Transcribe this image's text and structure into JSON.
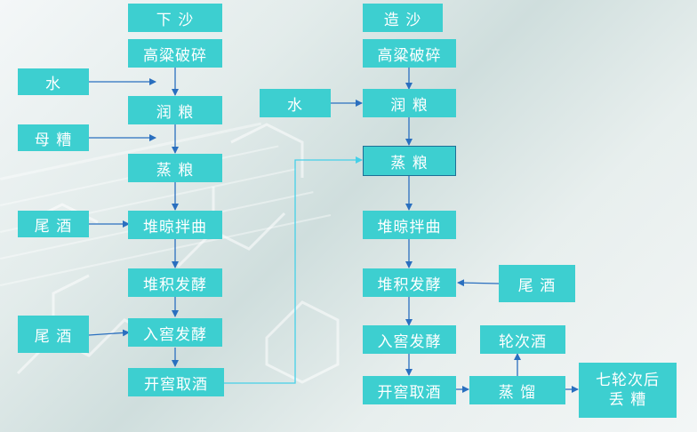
{
  "diagram": {
    "left_flow": {
      "title": "下 沙",
      "steps": [
        "高粱破碎",
        "润 粮",
        "蒸 粮",
        "堆晾拌曲",
        "堆积发酵",
        "入窖发酵",
        "开窖取酒"
      ],
      "inputs": [
        "水",
        "母 糟",
        "尾 酒",
        "尾 酒"
      ]
    },
    "right_flow": {
      "title": "造 沙",
      "steps": [
        "高粱破碎",
        "润 粮",
        "蒸 粮",
        "堆晾拌曲",
        "堆积发酵",
        "入窖发酵",
        "开窖取酒"
      ],
      "inputs": [
        "水",
        "尾 酒"
      ],
      "distill": "蒸 馏",
      "product": "轮次酒",
      "waste": [
        "七轮次后",
        "丢 糟"
      ]
    }
  },
  "colors": {
    "box_fill": "#3dcfd0",
    "box_text": "#ffffff",
    "arrow": "#2a6fbf",
    "connector": "#45d0e8"
  }
}
